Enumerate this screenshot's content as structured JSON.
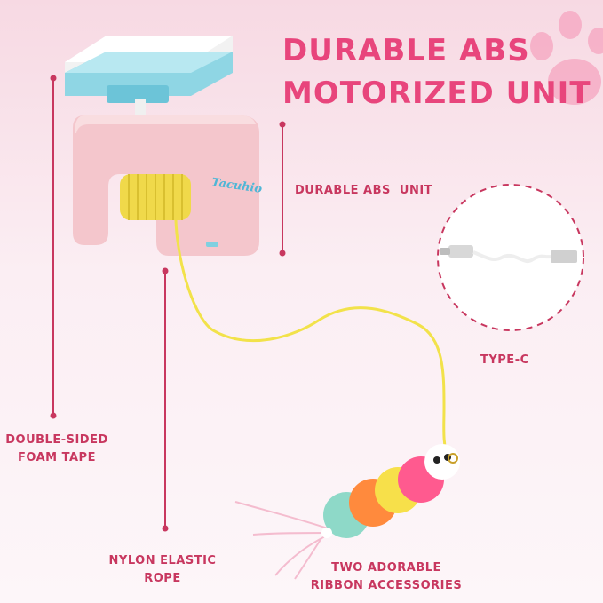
{
  "title": {
    "line1": "DURABLE ABS",
    "line2": "MOTORIZED UNIT"
  },
  "labels": {
    "abs_unit": "DURABLE ABS  UNIT",
    "type_c": "TYPE-C",
    "foam_tape_line1": "DOUBLE-SIDED",
    "foam_tape_line2": "FOAM TAPE",
    "nylon_line1": "NYLON ELASTIC",
    "nylon_line2": "ROPE",
    "ribbon_line1": "TWO ADORABLE",
    "ribbon_line2": "RIBBON ACCESSORIES"
  },
  "brand": "Tacuhio",
  "colors": {
    "accent": "#e8457c",
    "label_text": "#c8375f",
    "unit_body": "#f4c6cc",
    "mount_plate": "#7fd0e0",
    "rope": "#f2e24a",
    "background": "#f9e4ec"
  },
  "icons": {
    "paw": "paw-print-icon",
    "cable": "usb-type-c-cable"
  }
}
